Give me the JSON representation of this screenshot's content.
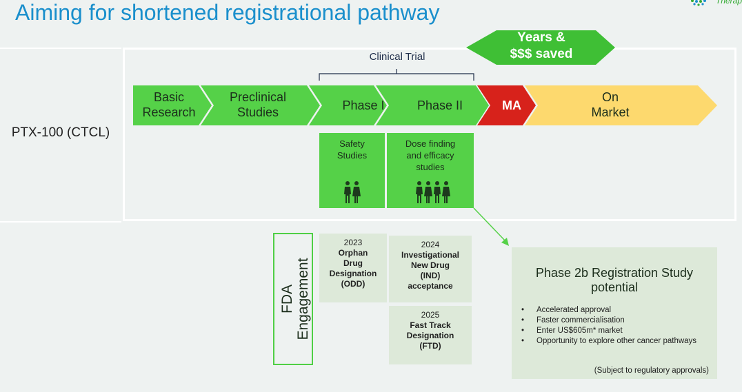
{
  "title": "Aiming for shortened registrational pathway",
  "logo_text": "Therap",
  "product": "PTX-100 (CTCL)",
  "clinical_trial_label": "Clinical Trial",
  "savings": {
    "line1": "Years &",
    "line2": "$$$ saved"
  },
  "stages": {
    "basic": {
      "line1": "Basic",
      "line2": "Research"
    },
    "preclinical": {
      "line1": "Preclinical",
      "line2": "Studies"
    },
    "phase1": "Phase I",
    "phase2": "Phase II",
    "ma": "MA",
    "market": {
      "line1": "On",
      "line2": "Market"
    }
  },
  "sub_boxes": {
    "safety": {
      "line1": "Safety",
      "line2": "Studies"
    },
    "dose": {
      "line1": "Dose finding",
      "line2": "and efficacy",
      "line3": "studies"
    }
  },
  "fda": {
    "label_line1": "FDA",
    "label_line2": "Engagement",
    "odd": {
      "year": "2023",
      "l1": "Orphan",
      "l2": "Drug",
      "l3": "Designation",
      "l4": "(ODD)"
    },
    "ind": {
      "year": "2024",
      "l1": "Investigational",
      "l2": "New Drug",
      "l3": "(IND)",
      "l4": "acceptance"
    },
    "ftd": {
      "year": "2025",
      "l1": "Fast Track",
      "l2": "Designation",
      "l3": "(FTD)"
    }
  },
  "registration": {
    "title_line1": "Phase 2b Registration Study",
    "title_line2": "potential",
    "bullets": [
      "Accelerated approval",
      "Faster commercialisation",
      "Enter US$605m* market",
      "Opportunity to explore other cancer pathways"
    ],
    "note": "(Subject to regulatory approvals)"
  },
  "colors": {
    "title_blue": "#1a8fcc",
    "stage_green": "#55d148",
    "ma_red": "#d7221b",
    "market_yellow": "#fdd96e",
    "fda_card": "#dde9d9"
  }
}
